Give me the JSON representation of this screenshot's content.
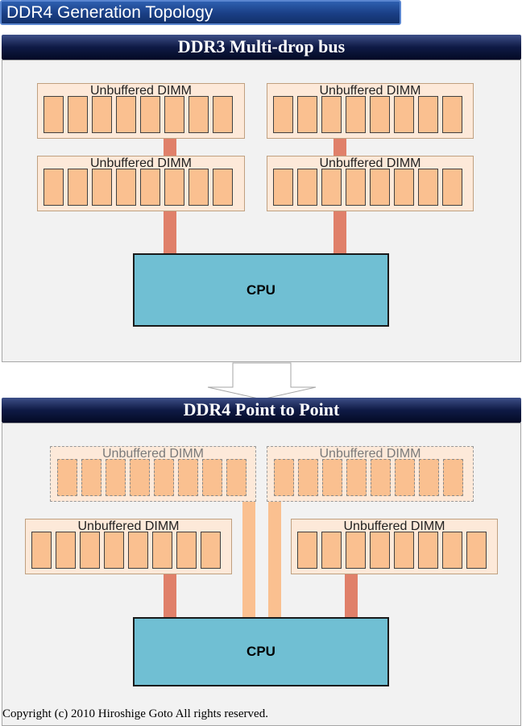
{
  "title": "DDR4 Generation Topology",
  "sections": [
    {
      "title": "DDR3 Multi-drop bus",
      "dimms": [
        {
          "label": "Unbuffered DIMM"
        },
        {
          "label": "Unbuffered DIMM"
        },
        {
          "label": "Unbuffered DIMM"
        },
        {
          "label": "Unbuffered DIMM"
        }
      ],
      "cpu": "CPU"
    },
    {
      "title": "DDR4 Point to Point",
      "dimms": [
        {
          "label": "Unbuffered DIMM",
          "style": "dashed"
        },
        {
          "label": "Unbuffered DIMM",
          "style": "dashed"
        },
        {
          "label": "Unbuffered DIMM"
        },
        {
          "label": "Unbuffered DIMM"
        }
      ],
      "cpu": "CPU"
    }
  ],
  "copyright": "Copyright (c) 2010 Hiroshige Goto All rights reserved.",
  "colors": {
    "dimm_fill": "#fde9d9",
    "chip_fill": "#fac090",
    "bus": "#e0806a",
    "bus_faded": "#fac090",
    "cpu_fill": "#70bfd3",
    "banner": "#0f1a45"
  }
}
